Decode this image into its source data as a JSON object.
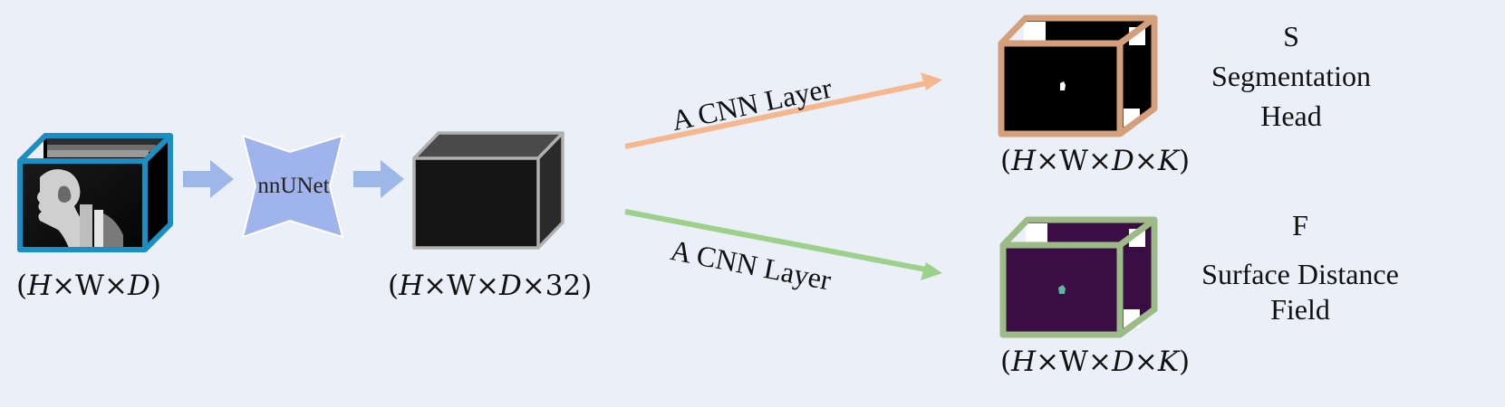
{
  "input": {
    "dims": "(H×W×D)",
    "dim_parts": [
      "(",
      "H",
      "×W×",
      "D",
      ")"
    ]
  },
  "backbone": {
    "label": "nnUNet"
  },
  "features": {
    "dims": "(H×W×D×32)",
    "dim_parts": [
      "(",
      "H",
      "×W×",
      "D",
      "×32)"
    ]
  },
  "branches": [
    {
      "layer_label": "A CNN Layer",
      "color": "#f5b78e"
    },
    {
      "layer_label": "A CNN Layer",
      "color": "#9dd08a"
    }
  ],
  "outputs": [
    {
      "symbol": "S",
      "name_line1": "Segmentation",
      "name_line2": "Head",
      "dims": "(H×W×D×K)",
      "dim_parts": [
        "(",
        "H",
        "×W×",
        "D",
        "×",
        "K",
        ")"
      ],
      "frame_color": "#d4a07c",
      "face_color": "#000000"
    },
    {
      "symbol": "F",
      "name_line1": "Surface Distance",
      "name_line2": "Field",
      "dims": "(H×W×D×K)",
      "dim_parts": [
        "(",
        "H",
        "×W×",
        "D",
        "×",
        "K",
        ")"
      ],
      "frame_color": "#9cbb86",
      "face_color": "#3a0d44"
    }
  ],
  "colors": {
    "background": "#eaeff8",
    "flow_arrow": "#9db7e8",
    "input_frame": "#1a8fc4",
    "unet": "#9fb3ec",
    "feature_frame": "#b0b0b0"
  }
}
